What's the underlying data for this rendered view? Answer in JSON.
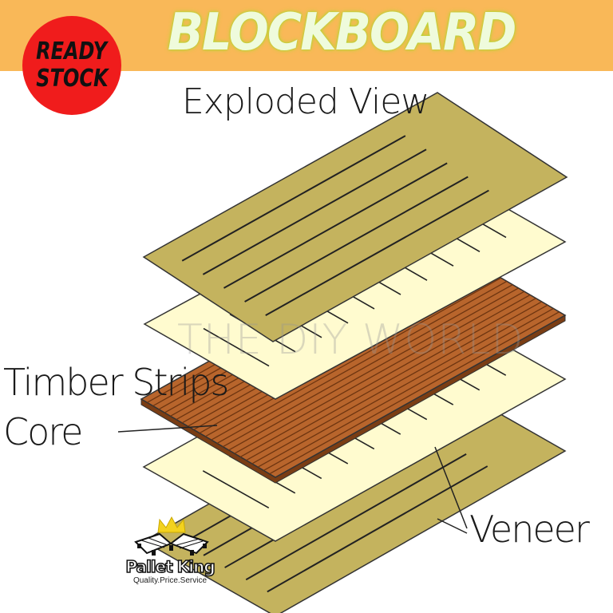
{
  "banner": {
    "title": "BLOCKBOARD",
    "badge_line1": "READY",
    "badge_line2": "STOCK",
    "bg_color": "#F9B858",
    "badge_color": "#F01C1C"
  },
  "diagram": {
    "heading": "Exploded View",
    "labels": {
      "timber_strips": "Timber Strips",
      "core": "Core",
      "veneer": "Veneer"
    },
    "watermark": "THE DIY WORLD",
    "layers": [
      "outer-sheet",
      "veneer",
      "timber-strips-core",
      "veneer",
      "outer-sheet"
    ],
    "colors": {
      "outer_sheet": "#C4B35E",
      "veneer": "#FFFBCF",
      "core": "#B8652C"
    }
  },
  "logo": {
    "name": "Pallet King",
    "tagline": "Quality.Price.Service"
  }
}
